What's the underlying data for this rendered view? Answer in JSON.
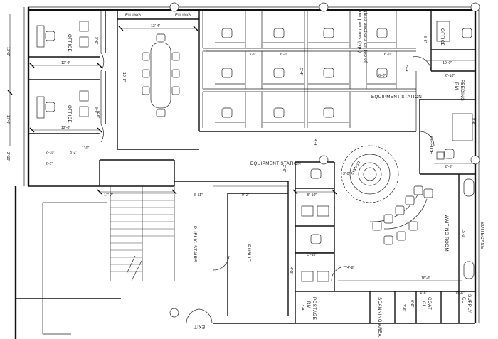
{
  "rooms": {
    "office_nw_1": "OFFICE",
    "office_nw_2": "OFFICE",
    "office_ne": "OFFICE",
    "office_e": "OFFICE",
    "filing_1": "FILING",
    "filing_2": "FILING",
    "equipment_station_1": "EQUIPMENT STATION",
    "equipment_station_2": "EQUIPMENT STATION",
    "feeding": "FEEDING",
    "feeding_sub": "RM",
    "public_stairs": "PUBLIC STAIRS",
    "public": "PUBLIC",
    "waiting_room": "WAITING ROOM",
    "station": "station",
    "scanning_area": "SCANNING AREA",
    "postage": "POSTAGE",
    "postage_sub": "RM",
    "coat": "COAT",
    "coat_sub": "CL",
    "supply": "SUPPLY",
    "supply_sub": "CL",
    "exit": "EXIT",
    "suitecase": "SUITECASE"
  },
  "notes": {
    "glass_line1": "glass sections on top of",
    "glass_line2": "low partitions (typ.)"
  },
  "dimensions": {
    "d_12_0_a": "12'-0\"",
    "d_12_0_b": "12'-0\"",
    "d_13_4": "13'-4\"",
    "d_9_6_a": "9'-6\"",
    "d_9_6_b": "9'-6\"",
    "d_13_0": "13'-0\"",
    "d_17_6": "17'-6\"",
    "d_19_8": "19'-8\"",
    "d_5_4_a": "5'-4\"",
    "d_5_4_b": "5'-4\"",
    "d_3_0": "3'-0\"",
    "d_6_0_a": "6'-0\"",
    "d_6_0_b": "6'-0\"",
    "d_6_0_c": "6'-0\"",
    "d_5_0": "5'-0\"",
    "d_8_6": "8'-6\"",
    "d_10_0": "10'-0\"",
    "d_6_10": "6'-10\"",
    "d_9_6_c": "9'-6\"",
    "d_9_6_d": "9'-6\"",
    "d_1_0": "1'-0\"",
    "d_2_10": "2'-10\"",
    "d_2_1": "2'-1\"",
    "d_2_10b": "2'-10\"",
    "d_17_7": "17'-7\"",
    "d_8_11": "8'-11\"",
    "d_9_2": "9'-2\"",
    "d_2_6": "2'-6\"",
    "d_4_4": "4'-4\"",
    "d_3_0b": "3'-0\"",
    "d_5_10_a": "5'-10\"",
    "d_5_10_b": "5'-10\"",
    "d_4_9": "4'-9\"",
    "d_4_8": "4'-8\"",
    "d_16_0": "16'-0\"",
    "d_4_6": "4'-6\"",
    "d_11_6": "11'-6\"",
    "d_3_4": "3'-4\"",
    "d_15_0": "15'-0\"",
    "d_8_6b": "8'-6\"",
    "d_3_2": "3'-2\"",
    "d_6_8": "6'-8\"",
    "d_3_6": "3'-6\""
  }
}
